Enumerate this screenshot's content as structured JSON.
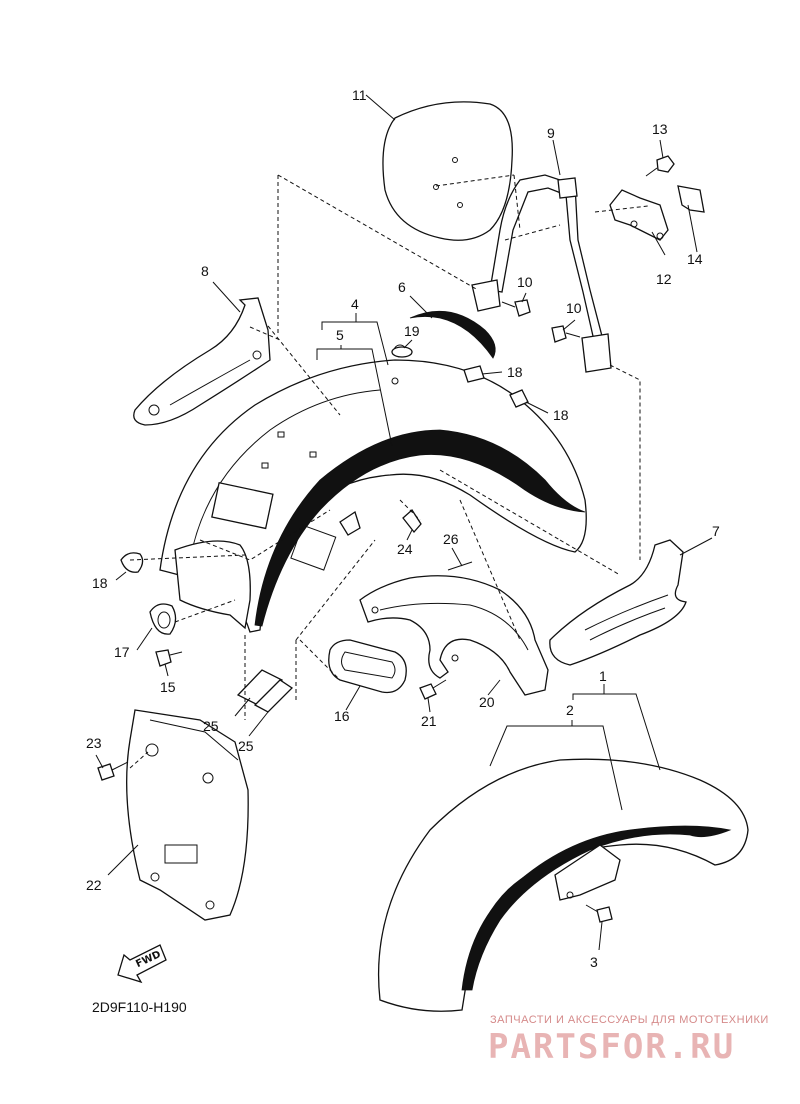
{
  "diagram": {
    "code": "2D9F110-H190",
    "fwd_label": "FWD",
    "callouts": [
      "1",
      "2",
      "3",
      "4",
      "5",
      "6",
      "7",
      "8",
      "9",
      "10",
      "10",
      "11",
      "12",
      "13",
      "14",
      "15",
      "16",
      "17",
      "18",
      "18",
      "18",
      "19",
      "20",
      "21",
      "22",
      "23",
      "24",
      "25",
      "25",
      "26"
    ]
  },
  "watermark": {
    "tagline": "ЗАПЧАСТИ И АКСЕССУАРЫ ДЛЯ МОТОТЕХНИКИ",
    "brand": "PARTSFOR.RU"
  }
}
